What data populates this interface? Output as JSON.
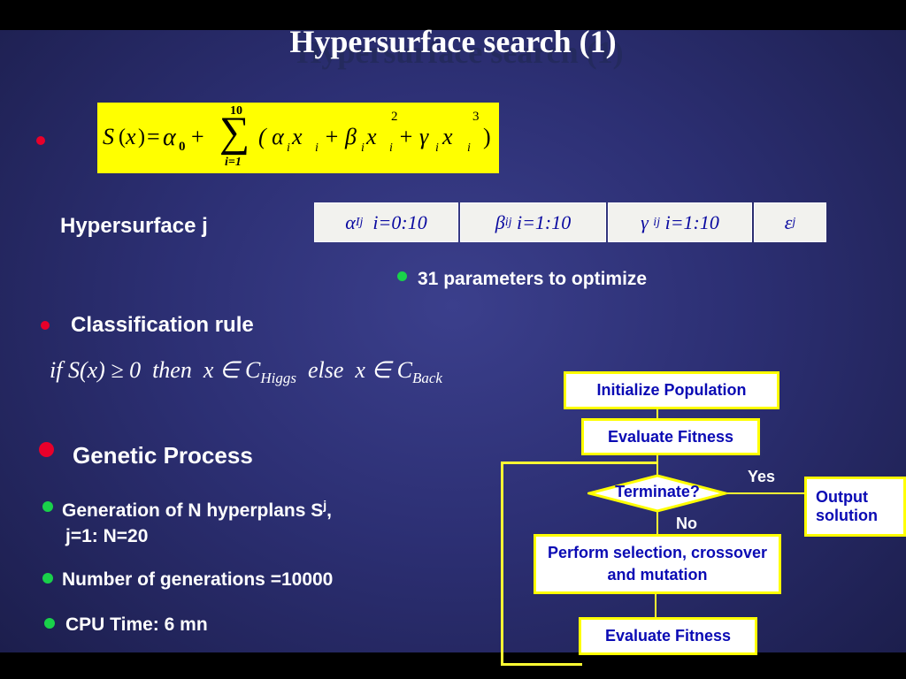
{
  "title": "Hypersurface search (1)",
  "formula": {
    "S": "S",
    "x": "x",
    "eq": "=",
    "alpha0": "α",
    "sub0": "0",
    "plus": "+",
    "sigma": "∑",
    "upper": "10",
    "lower": "i=1",
    "body": "( α",
    "i": "i",
    "xi": " x",
    "plus2": " + β",
    "xi2": " x",
    "sq": "2",
    "plus3": " + γ",
    "xi3": " x",
    "cube": "3",
    "close": ")"
  },
  "hypersurface_label": "Hypersurface j",
  "params": [
    {
      "sym": "α",
      "sub": "I",
      "sup": "j",
      "range": "i=0:10"
    },
    {
      "sym": "β",
      "sub": "i",
      "sup": "j",
      "range": "i=1:10"
    },
    {
      "sym": "γ",
      "sub": "i",
      "sup": "j",
      "range": "i=1:10"
    },
    {
      "sym": "ε",
      "sub": "",
      "sup": "j",
      "range": ""
    }
  ],
  "params_note": "31 parameters to optimize",
  "classification_label": "Classification rule",
  "rule": {
    "part1": "if S(x) ≥ 0  then  x ∈ C",
    "higgs": "Higgs",
    "part2": "  else  x ∈ C",
    "back": "Back"
  },
  "genetic_label": "Genetic Process",
  "genetic_items": {
    "gen_line1": "Generation of N hyperplans S",
    "gen_sup": "j",
    "gen_comma": ",",
    "gen_line2": "j=1: N=20",
    "generations": "Number of generations =10000",
    "cpu": "CPU Time: 6 mn"
  },
  "flow": {
    "init": "Initialize Population",
    "eval1": "Evaluate Fitness",
    "terminate": "Terminate?",
    "yes": "Yes",
    "no": "No",
    "output": "Output solution",
    "select": "Perform selection, crossover and mutation",
    "eval2": "Evaluate Fitness"
  },
  "colors": {
    "bullet_red": "#e8002a",
    "bullet_green": "#19d14a",
    "formula_bg": "#ffff00",
    "flow_text": "#0a0ab4"
  }
}
